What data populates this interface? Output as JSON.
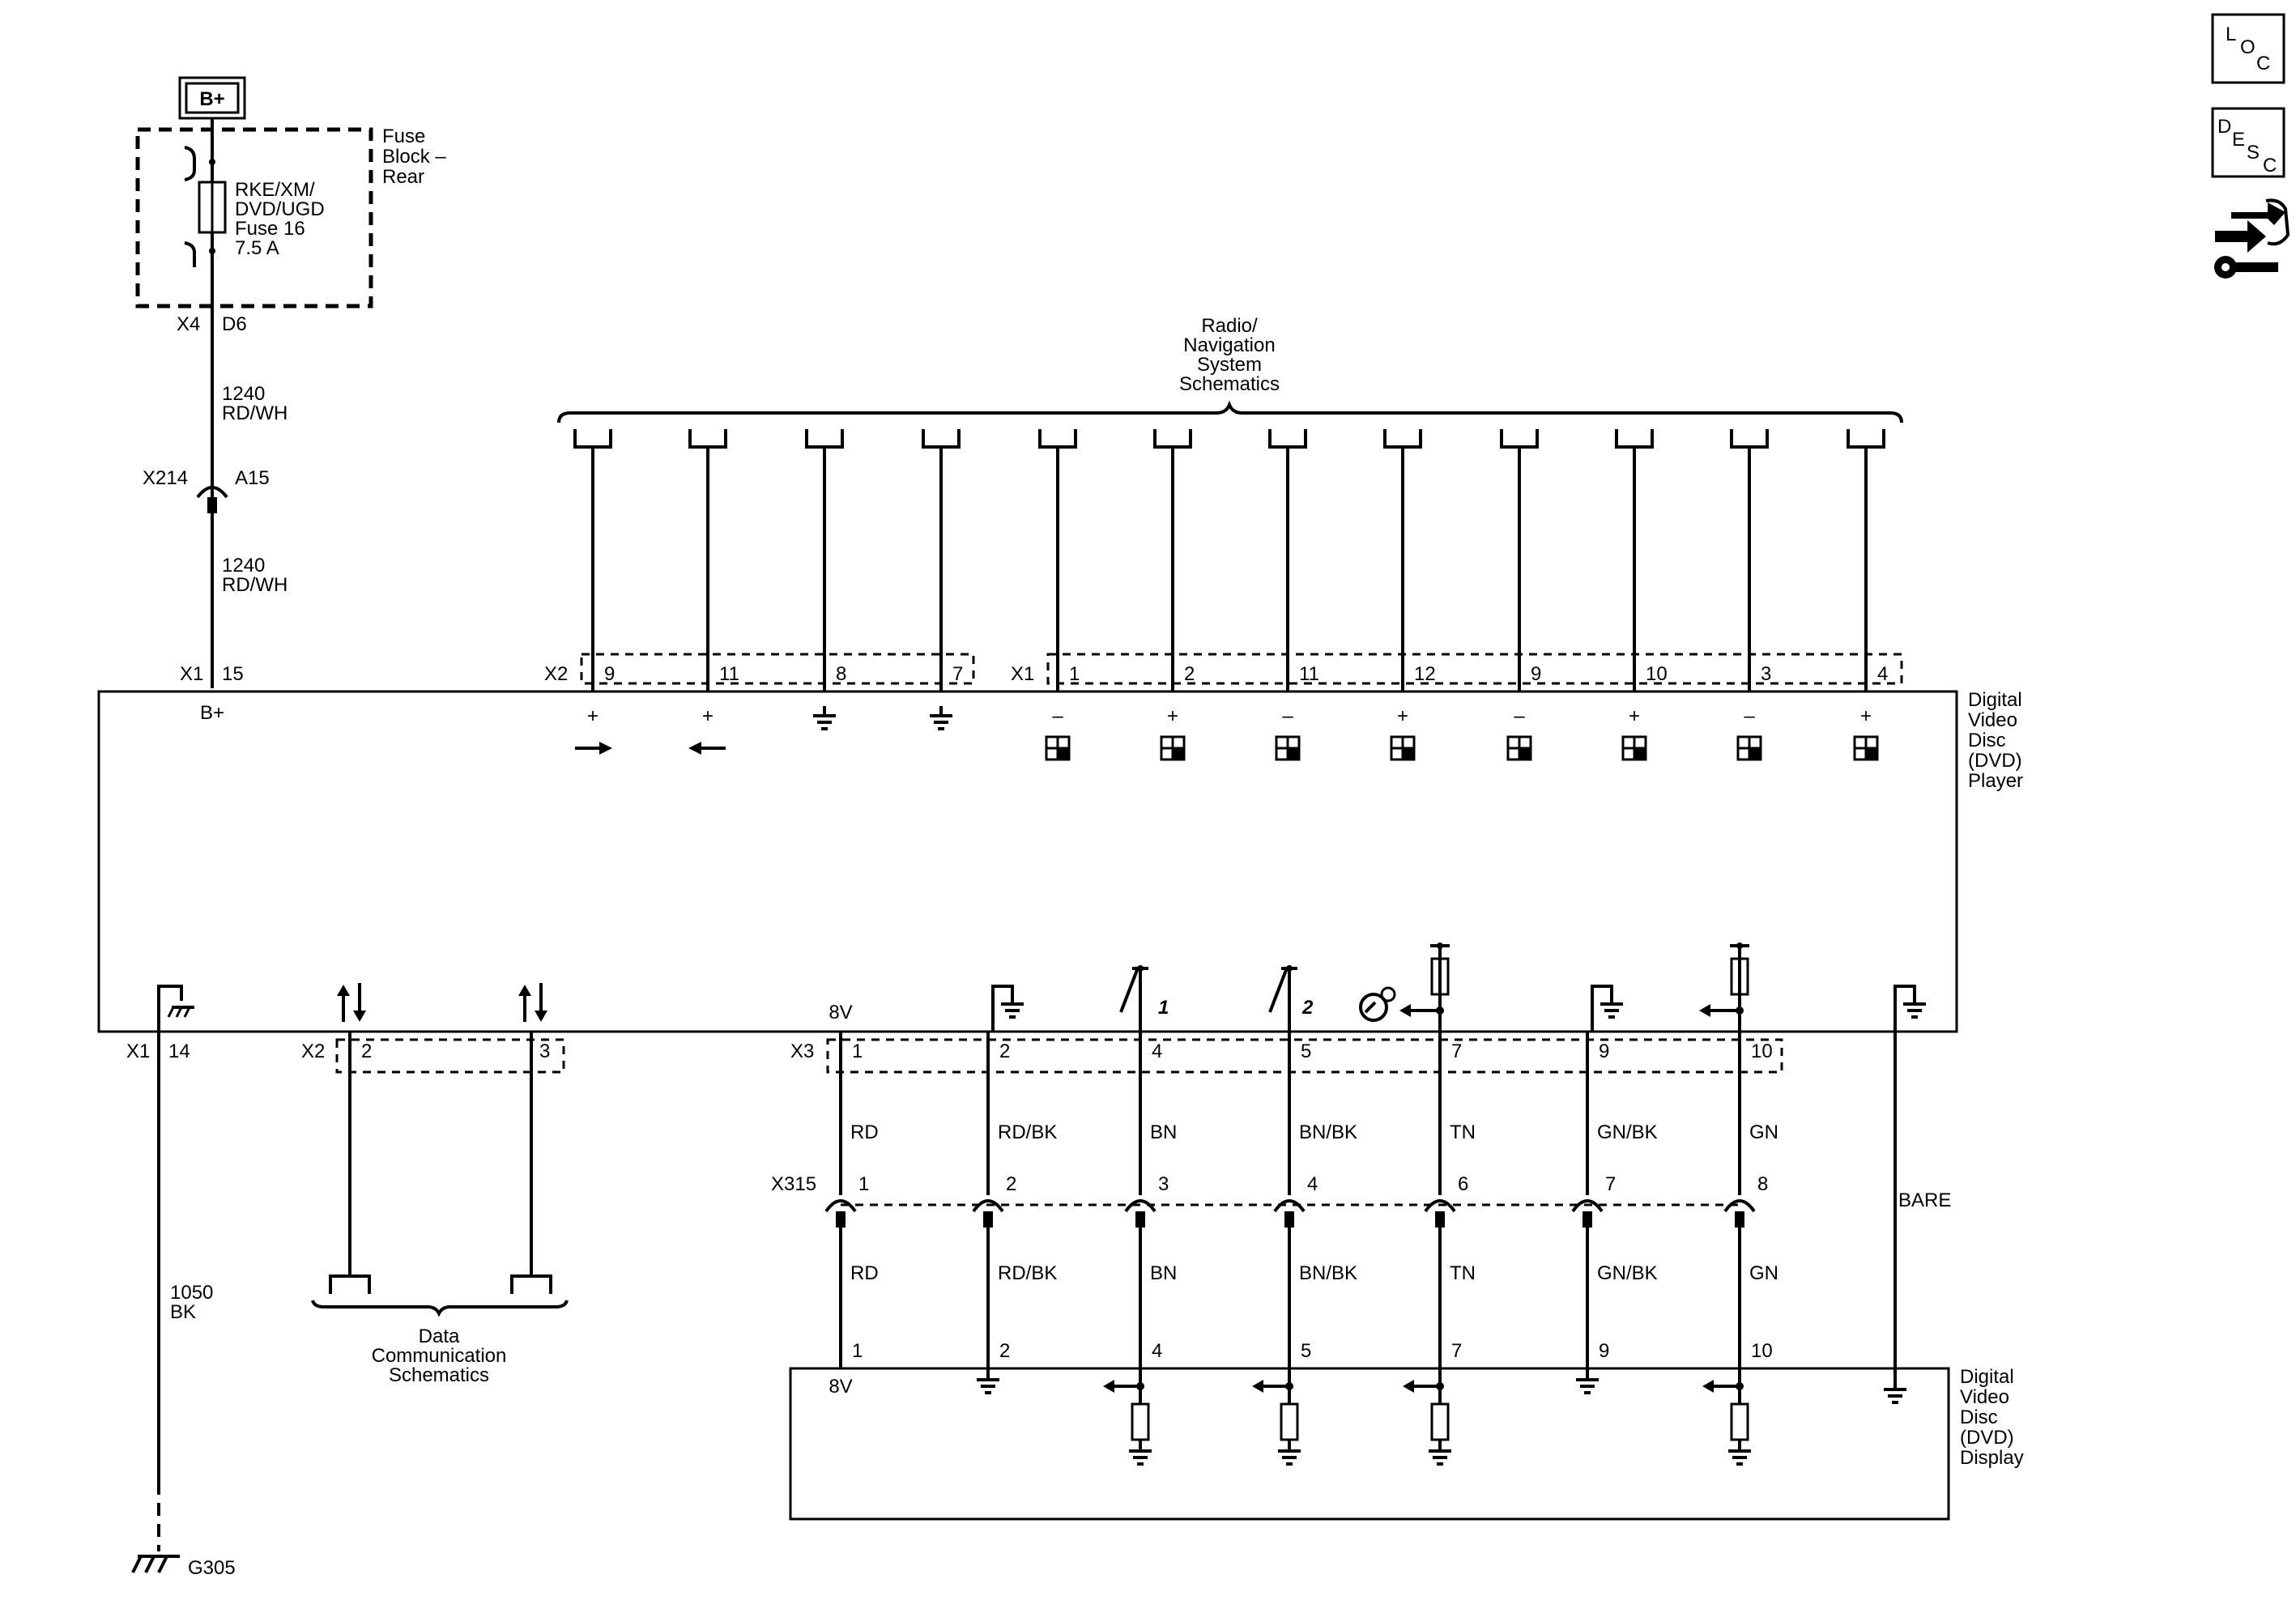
{
  "supply": {
    "label": "B+"
  },
  "fuse_block": {
    "title_lines": [
      "Fuse",
      "Block –",
      "Rear"
    ],
    "fuse_lines": [
      "RKE/XM/",
      "DVD/UGD",
      "Fuse 16",
      "7.5 A"
    ],
    "connector": "X4",
    "pin": "D6"
  },
  "feed_wires": [
    {
      "circuit": "1240",
      "color": "RD/WH"
    },
    {
      "circuit": "1240",
      "color": "RD/WH"
    }
  ],
  "inline_x214": {
    "connector": "X214",
    "pin": "A15"
  },
  "player": {
    "title_lines": [
      "Digital",
      "Video",
      "Disc",
      "(DVD)",
      "Player"
    ],
    "top_b_plus": {
      "connector": "X1",
      "pin": "15",
      "label": "B+"
    },
    "top_connectors": {
      "x2": "X2",
      "x1": "X1"
    },
    "top_pins": [
      {
        "pin": "9",
        "sign": "+",
        "symbol": "arrow-right"
      },
      {
        "pin": "11",
        "sign": "+",
        "symbol": "arrow-left"
      },
      {
        "pin": "8",
        "sign": "",
        "symbol": "ground"
      },
      {
        "pin": "7",
        "sign": "",
        "symbol": "ground"
      },
      {
        "pin": "1",
        "sign": "–",
        "symbol": "video"
      },
      {
        "pin": "2",
        "sign": "+",
        "symbol": "video"
      },
      {
        "pin": "11",
        "sign": "–",
        "symbol": "video"
      },
      {
        "pin": "12",
        "sign": "+",
        "symbol": "video"
      },
      {
        "pin": "9",
        "sign": "–",
        "symbol": "video"
      },
      {
        "pin": "10",
        "sign": "+",
        "symbol": "video"
      },
      {
        "pin": "3",
        "sign": "–",
        "symbol": "video"
      },
      {
        "pin": "4",
        "sign": "+",
        "symbol": "video"
      }
    ],
    "bottom_connectors": {
      "x1": "X1",
      "x2": "X2",
      "x3": "X3"
    },
    "ground_pin": "14",
    "data_pins": [
      "2",
      "3"
    ],
    "x3_pins": [
      "1",
      "2",
      "4",
      "5",
      "7",
      "9",
      "10"
    ],
    "label_8v": "8V",
    "switch_labels": [
      "1",
      "2"
    ]
  },
  "radio_nav": {
    "lines": [
      "Radio/",
      "Navigation",
      "System",
      "Schematics"
    ]
  },
  "data_comm": {
    "lines": [
      "Data",
      "Communication",
      "Schematics"
    ]
  },
  "ground_wire": {
    "circuit": "1050",
    "color": "BK",
    "ground": "G305"
  },
  "x3_wire_colors": [
    "RD",
    "RD/BK",
    "BN",
    "BN/BK",
    "TN",
    "GN/BK",
    "GN"
  ],
  "x315": {
    "connector": "X315",
    "pins": [
      "1",
      "2",
      "3",
      "4",
      "6",
      "7",
      "8"
    ]
  },
  "display_wire_colors": [
    "RD",
    "RD/BK",
    "BN",
    "BN/BK",
    "TN",
    "GN/BK",
    "GN"
  ],
  "bare_wire": "BARE",
  "display": {
    "title_lines": [
      "Digital",
      "Video",
      "Disc",
      "(DVD)",
      "Display"
    ],
    "pins": [
      "1",
      "2",
      "4",
      "5",
      "7",
      "9",
      "10"
    ],
    "label_8v": "8V"
  },
  "nav_icons": {
    "loc": [
      "L",
      "O",
      "C"
    ],
    "desc": [
      "D",
      "E",
      "S",
      "C"
    ]
  }
}
